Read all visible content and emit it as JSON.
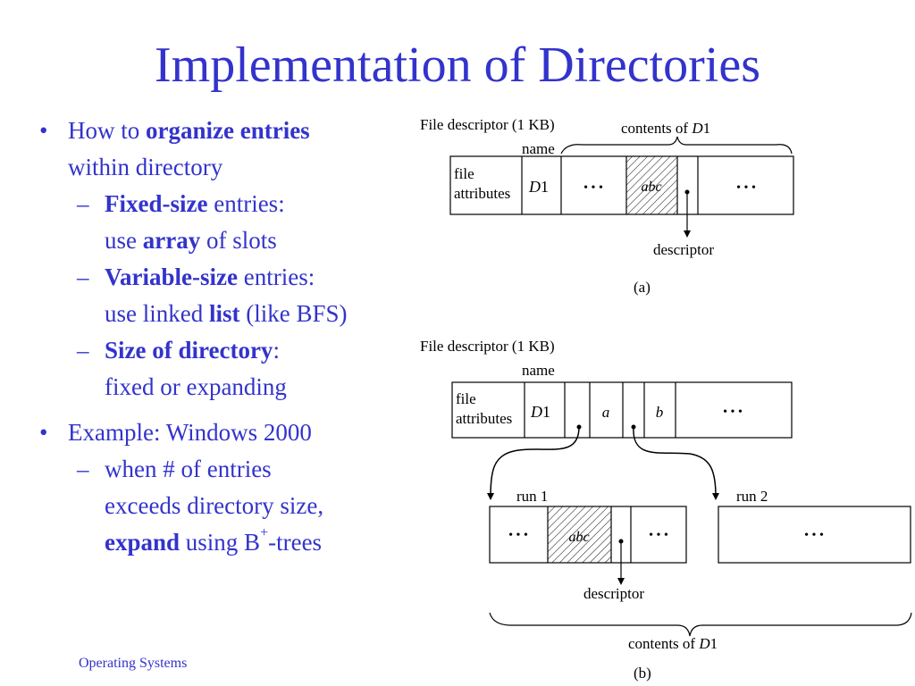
{
  "title": "Implementation of Directories",
  "bullets": {
    "b1_pre": "How to ",
    "b1_bold": "organize entries",
    "b1_line2": "within directory",
    "s1_bold": "Fixed-size",
    "s1_rest": " entries:",
    "s1_l2_pre": "use ",
    "s1_l2_bold": "array",
    "s1_l2_post": " of slots",
    "s2_bold": "Variable-size",
    "s2_rest": " entries:",
    "s2_l2_pre": "use linked ",
    "s2_l2_bold": "list",
    "s2_l2_post": " (like BFS)",
    "s3_bold": "Size of directory",
    "s3_rest": ":",
    "s3_l2": "fixed or expanding",
    "b2_text": " Example: Windows 2000",
    "s4_l1": "when # of entries",
    "s4_l2": "exceeds directory size,",
    "s4_l3_bold": "expand",
    "s4_l3_mid": " using B",
    "s4_l3_sup": "+",
    "s4_l3_post": "-trees"
  },
  "footer": "Operating Systems",
  "diagram_a": {
    "header": "File descriptor (1 KB)",
    "contents": "contents of D1",
    "contents_pre": "contents of ",
    "contents_d": "D",
    "contents_n": "1",
    "name": "name",
    "attr1": "file",
    "attr2": "attributes",
    "d1": "D1",
    "d1_d": "D",
    "d1_n": "1",
    "dots": "• • •",
    "abc": "abc",
    "descriptor": "descriptor",
    "caption": "(a)"
  },
  "diagram_b": {
    "header": "File descriptor (1 KB)",
    "name": "name",
    "attr1": "file",
    "attr2": "attributes",
    "d1_d": "D",
    "d1_n": "1",
    "a": "a",
    "b": "b",
    "dots": "• • •",
    "run1": "run 1",
    "run2": "run 2",
    "abc": "abc",
    "descriptor": "descriptor",
    "contents_pre": "contents of ",
    "contents_d": "D",
    "contents_n": "1",
    "caption": "(b)"
  }
}
